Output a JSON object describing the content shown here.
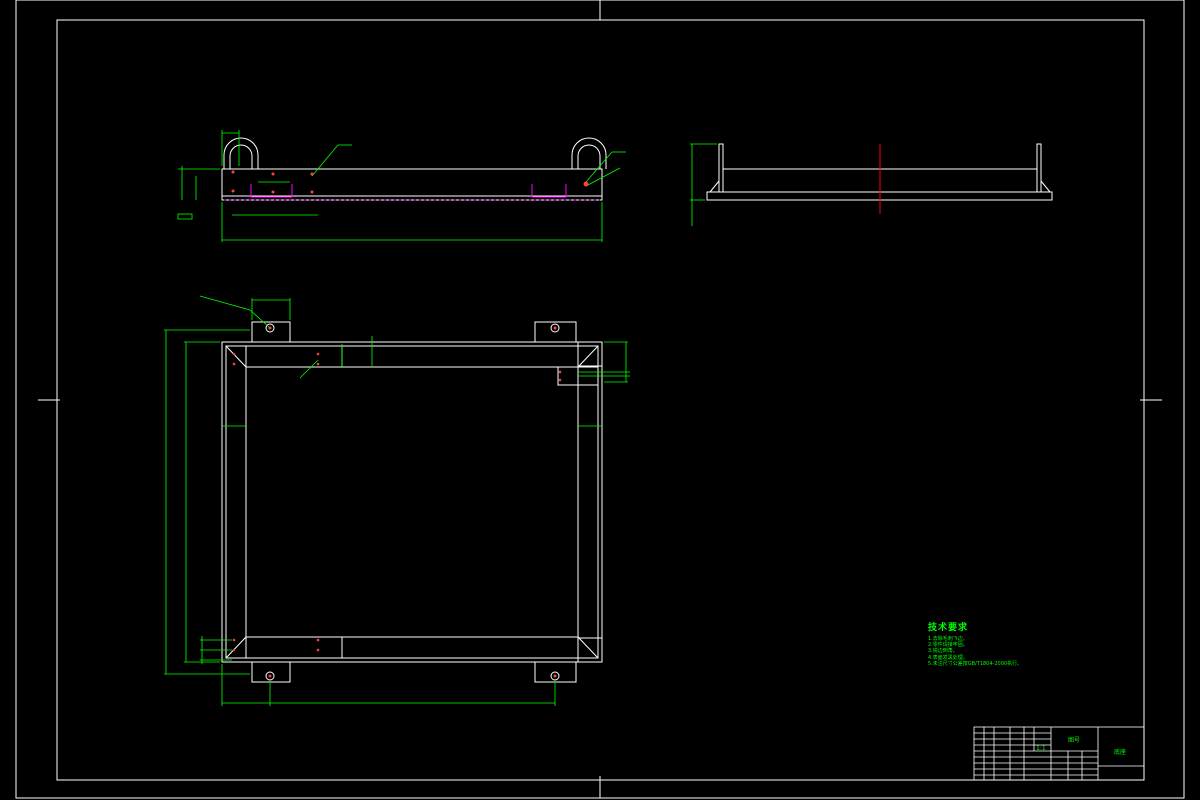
{
  "colors": {
    "background": "#000000",
    "lines": "#ffffff",
    "dimensions": "#00ff00",
    "weld_hatch": "#ff00ff",
    "hole_marks": "#ff4040",
    "centerline": "#ff0000"
  },
  "tech_requirements": {
    "title": "技术要求",
    "lines": [
      "1.去除毛刺飞边。",
      "2.零件焊接牢固。",
      "3.锐边倒角。",
      "4.表面发黑处理。",
      "5.未注尺寸公差按GB/T1804-2000执行。"
    ]
  },
  "title_block": {
    "part_name": "底座",
    "drawing_no": "图号",
    "scale": "1:1"
  }
}
